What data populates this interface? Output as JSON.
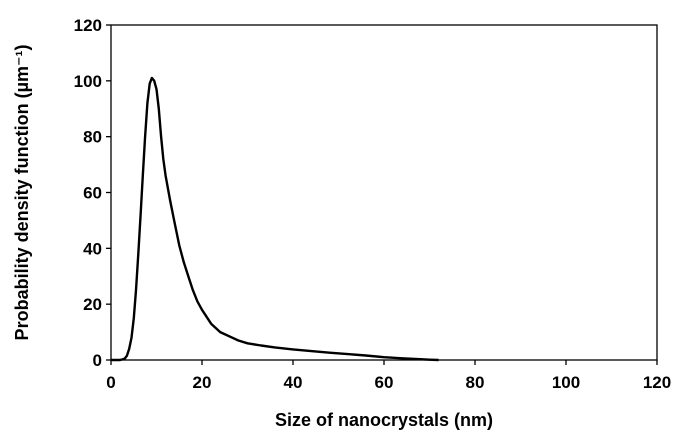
{
  "chart_data": {
    "type": "line",
    "xlabel": "Size of nanocrystals (nm)",
    "ylabel": "Probability density function (µm⁻¹)",
    "xlim": [
      0,
      120
    ],
    "ylim": [
      0,
      120
    ],
    "x_ticks": [
      0,
      20,
      40,
      60,
      80,
      100,
      120
    ],
    "y_ticks": [
      0,
      20,
      40,
      60,
      80,
      100,
      120
    ],
    "grid": false,
    "legend": "none",
    "line_color": "#000000",
    "series": [
      {
        "x": [
          0,
          2,
          2.5,
          3,
          3.5,
          4,
          4.5,
          5,
          5.5,
          6,
          6.5,
          7,
          7.5,
          8,
          8.5,
          9,
          9.5,
          10,
          10.5,
          11,
          11.5,
          12,
          13,
          14,
          15,
          16,
          17,
          18,
          19,
          20,
          22,
          24,
          26,
          28,
          30,
          33,
          36,
          40,
          44,
          48,
          52,
          56,
          60,
          64,
          68,
          70,
          72
        ],
        "y": [
          0,
          0,
          0.2,
          0.5,
          1.5,
          4,
          8,
          15,
          25,
          38,
          52,
          66,
          80,
          92,
          99,
          101,
          100,
          97,
          90,
          80,
          72,
          66,
          57,
          49,
          41,
          35,
          30,
          25,
          21,
          18,
          13,
          10,
          8.5,
          7,
          6,
          5.2,
          4.5,
          3.8,
          3.2,
          2.6,
          2.1,
          1.6,
          1,
          0.6,
          0.3,
          0.1,
          0
        ]
      }
    ]
  }
}
